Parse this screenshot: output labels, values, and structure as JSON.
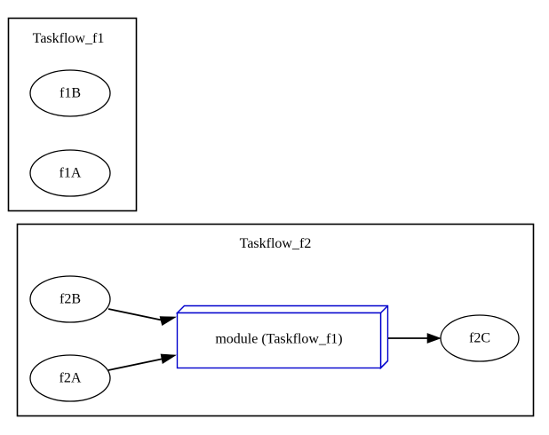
{
  "diagram": {
    "type": "graphviz-taskflow-graph",
    "background_color": "#ffffff",
    "default_stroke_color": "#000000",
    "accent_color": "#0000cd",
    "clusters": [
      {
        "id": "cluster_f1",
        "label": "Taskflow_f1",
        "border_color": "#000000",
        "nodes": [
          {
            "id": "f1B",
            "label": "f1B",
            "shape": "ellipse"
          },
          {
            "id": "f1A",
            "label": "f1A",
            "shape": "ellipse"
          }
        ]
      },
      {
        "id": "cluster_f2",
        "label": "Taskflow_f2",
        "border_color": "#000000",
        "nodes": [
          {
            "id": "f2B",
            "label": "f2B",
            "shape": "ellipse"
          },
          {
            "id": "f2A",
            "label": "f2A",
            "shape": "ellipse"
          },
          {
            "id": "module_f1",
            "label": "module (Taskflow_f1)",
            "shape": "box3d",
            "color": "#0000cd"
          },
          {
            "id": "f2C",
            "label": "f2C",
            "shape": "ellipse"
          }
        ]
      }
    ],
    "edges": [
      {
        "from": "f2B",
        "to": "module_f1",
        "arrow": "normal"
      },
      {
        "from": "f2A",
        "to": "module_f1",
        "arrow": "normal"
      },
      {
        "from": "module_f1",
        "to": "f2C",
        "arrow": "normal"
      }
    ]
  }
}
